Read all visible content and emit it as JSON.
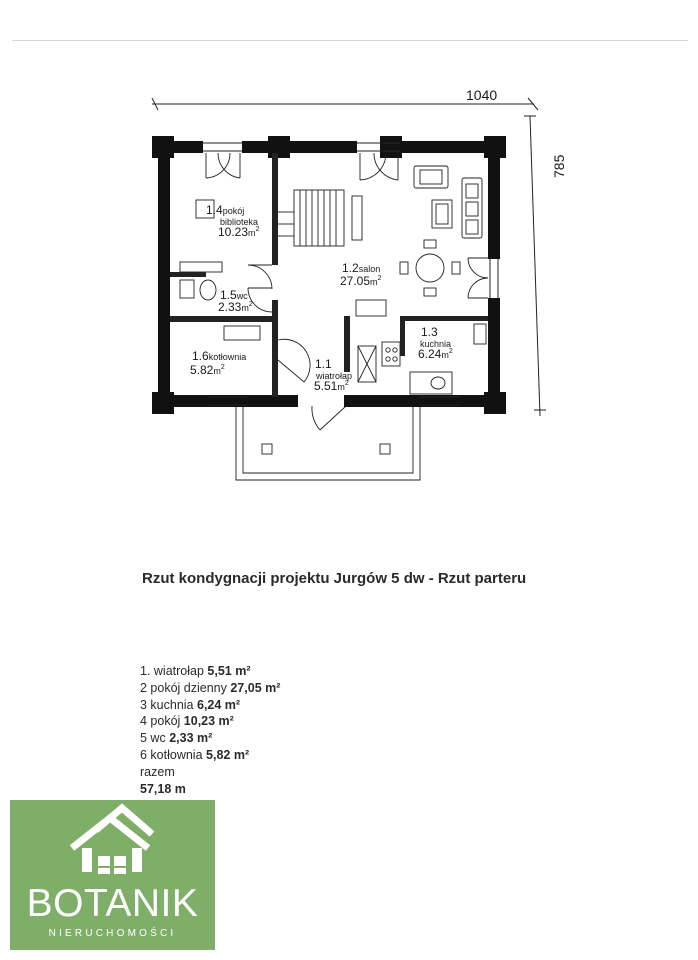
{
  "dimensions": {
    "width_label": "1040",
    "depth_label": "785"
  },
  "rooms": [
    {
      "number": "1.4",
      "name": "pokój",
      "name2": "biblioteka",
      "area": "10.23"
    },
    {
      "number": "1.5",
      "name": "wc",
      "area": "2.33"
    },
    {
      "number": "1.2",
      "name": "salon",
      "area": "27.05"
    },
    {
      "number": "1.3",
      "name": "kuchnia",
      "area": "6.24"
    },
    {
      "number": "1.6",
      "name": "kotłownia",
      "area": "5.82"
    },
    {
      "number": "1.1",
      "name": "wiatrołap",
      "area": "5.51"
    }
  ],
  "area_unit": "m",
  "area_unit_exp": "2",
  "caption": "Rzut kondygnacji projektu Jurgów 5 dw - Rzut parteru",
  "legend": [
    {
      "label": "1.  wiatrołap",
      "value": "5,51 m²"
    },
    {
      "label": "2 pokój dzienny",
      "value": "27,05 m²"
    },
    {
      "label": "3 kuchnia",
      "value": "6,24 m²"
    },
    {
      "label": "4 pokój",
      "value": "10,23 m²"
    },
    {
      "label": "5 wc",
      "value": "2,33 m²"
    },
    {
      "label": "6 kotłownia",
      "value": "5,82 m²"
    }
  ],
  "total_label": "razem",
  "total_value": "57,18 m",
  "brand": {
    "name": "BOTANIK",
    "tagline": "NIERUCHOMOŚCI",
    "color": "#7fae69"
  }
}
